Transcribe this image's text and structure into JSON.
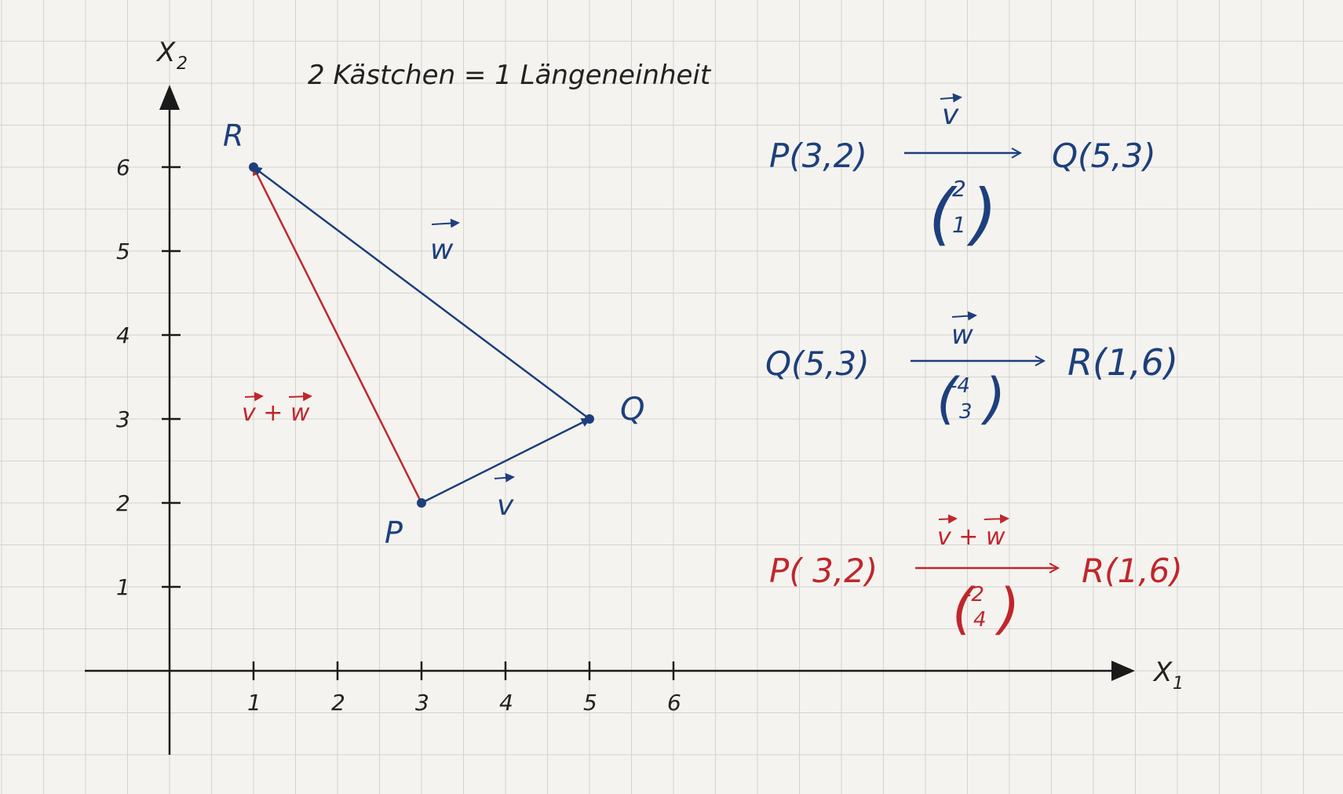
{
  "note": "2 Kästchen = 1 Längeneinheit",
  "axes": {
    "x_label": "X",
    "x_label_sub": "1",
    "y_label": "X",
    "y_label_sub": "2",
    "x_ticks": [
      "1",
      "2",
      "3",
      "4",
      "5",
      "6"
    ],
    "y_ticks": [
      "1",
      "2",
      "3",
      "4",
      "5",
      "6"
    ]
  },
  "points": {
    "P": {
      "label": "P",
      "x": 3,
      "y": 2
    },
    "Q": {
      "label": "Q",
      "x": 5,
      "y": 3
    },
    "R": {
      "label": "R",
      "x": 1,
      "y": 6
    }
  },
  "vectors": {
    "v": {
      "label": "v"
    },
    "w": {
      "label": "w"
    },
    "vw": {
      "label": "v + w"
    }
  },
  "mappings": [
    {
      "from": "P(3,2)",
      "over": "v",
      "to": "Q(5,3)",
      "vec_top": "2",
      "vec_bottom": "1"
    },
    {
      "from": "Q(5,3)",
      "over": "w",
      "to": "R(1,6)",
      "vec_top": "-4",
      "vec_bottom": "3"
    },
    {
      "from": "P( 3,2)",
      "over": "v + w",
      "to": "R(1,6)",
      "vec_top": "-2",
      "vec_bottom": "4"
    }
  ],
  "colors": {
    "blue": "#1d3f7d",
    "red": "#c0262c",
    "axis": "#1a1a1a",
    "grid": "#d4d3cf",
    "paper": "#f4f3ef"
  }
}
